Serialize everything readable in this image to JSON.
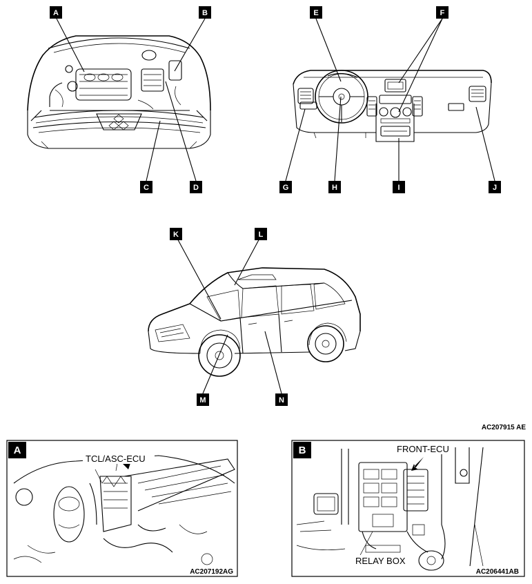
{
  "labels": {
    "A": "A",
    "B": "B",
    "C": "C",
    "D": "D",
    "E": "E",
    "F": "F",
    "G": "G",
    "H": "H",
    "I": "I",
    "J": "J",
    "K": "K",
    "L": "L",
    "M": "M",
    "N": "N"
  },
  "figure_code": "AC207915 AE",
  "detail_a": {
    "tag": "A",
    "callout": "TCL/ASC-ECU",
    "code": "AC207192AG"
  },
  "detail_b": {
    "tag": "B",
    "callout_top": "FRONT-ECU",
    "callout_bottom": "RELAY BOX",
    "code": "AC206441AB"
  }
}
